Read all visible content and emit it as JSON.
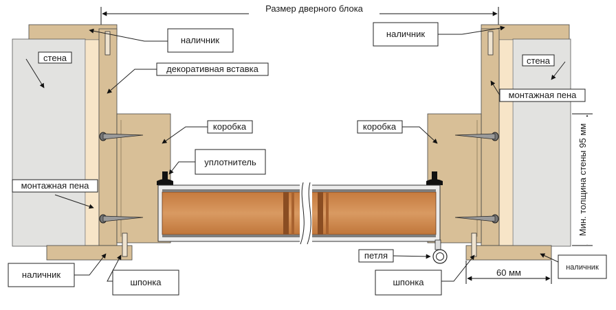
{
  "title": "Размер дверного блока",
  "labels": {
    "casing": "наличник",
    "wall": "стена",
    "decorative_insert": "декоративная вставка",
    "frame": "коробка",
    "seal": "уплотнитель",
    "mounting_foam": "монтажная пена",
    "hinge": "петля",
    "dowel": "шпонка",
    "min_wall_thickness": "Мин. толщина стены 95 мм",
    "casing_width": "60 мм"
  },
  "colors": {
    "wood": "#d8bf97",
    "wall": "#e2e2e0",
    "foam": "#f7e5c8",
    "door_leaf": "#d3945c",
    "door_leaf_dark": "#8a4d22"
  }
}
